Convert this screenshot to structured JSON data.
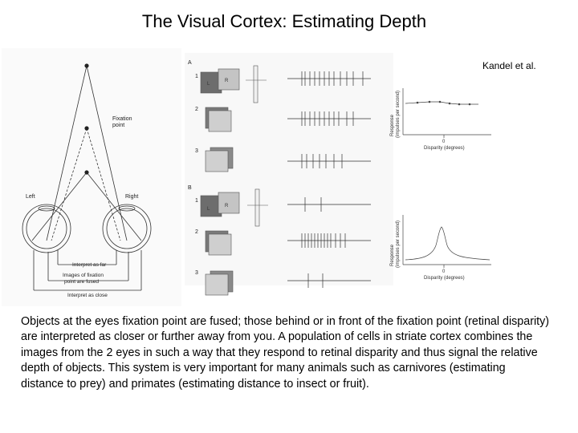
{
  "title": "The Visual Cortex: Estimating Depth",
  "credit": "Kandel et al.",
  "caption": "Objects at the eyes fixation point are fused; those behind or in front of the fixation point (retinal disparity) are interpreted as closer or further away from you. A population of cells in striate cortex combines the images from the 2 eyes in such a way that they respond to retinal disparity and thus signal the relative depth of objects. This system is very important for many animals such as carnivores (estimating distance to prey) and primates (estimating distance to insect or fruit).",
  "eye_figure": {
    "fixation_label_1": "Fixation",
    "fixation_label_2": "point",
    "left_label": "Left",
    "right_label": "Right",
    "interpret_far": "Interpret as far",
    "images_label_1": "Images of fixation",
    "images_label_2": "point are fused",
    "interpret_close": "Interpret as close"
  },
  "panel": {
    "section_a": "A",
    "section_b": "B",
    "rows_a": [
      "1",
      "2",
      "3"
    ],
    "rows_b": [
      "1",
      "2",
      "3"
    ],
    "square_l": "L",
    "square_r": "R",
    "graph_a_ylabel_1": "Response",
    "graph_a_ylabel_2": "(impulses per second)",
    "graph_a_xlabel": "Disparity (degrees)",
    "graph_a_tick": "0",
    "graph_b_ylabel_1": "Response",
    "graph_b_ylabel_2": "(impulses per second)",
    "graph_b_xlabel": "Disparity (degrees)",
    "graph_b_tick": "0"
  },
  "colors": {
    "line": "#444444",
    "dark_square": "#6d6d6d",
    "light_square": "#c4c4c4",
    "gray_bg": "#f4f4f4"
  }
}
